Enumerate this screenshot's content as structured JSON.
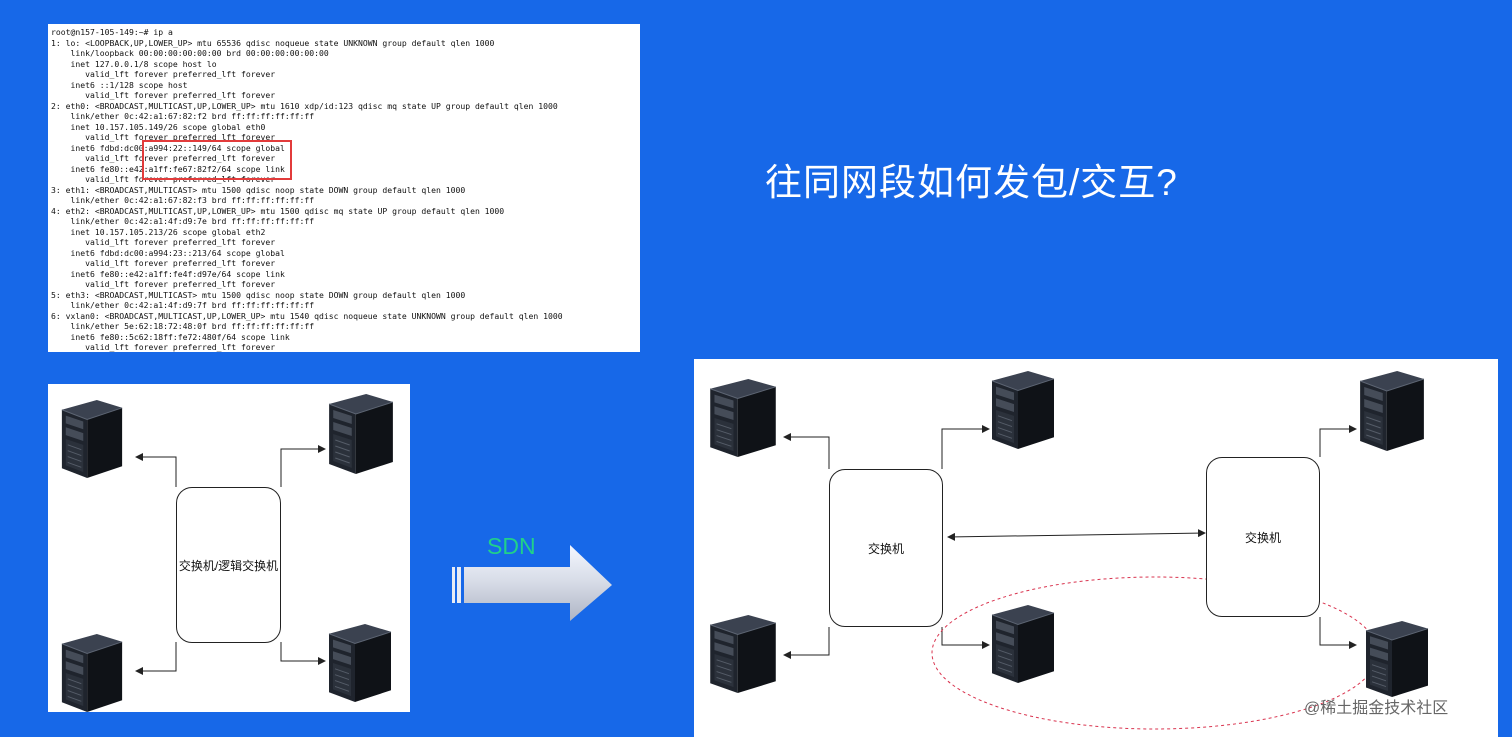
{
  "terminal": {
    "lines": [
      "root@n157-105-149:~# ip a",
      "1: lo: <LOOPBACK,UP,LOWER_UP> mtu 65536 qdisc noqueue state UNKNOWN group default qlen 1000",
      "    link/loopback 00:00:00:00:00:00 brd 00:00:00:00:00:00",
      "    inet 127.0.0.1/8 scope host lo",
      "       valid_lft forever preferred_lft forever",
      "    inet6 ::1/128 scope host",
      "       valid_lft forever preferred_lft forever",
      "2: eth0: <BROADCAST,MULTICAST,UP,LOWER_UP> mtu 1610 xdp/id:123 qdisc mq state UP group default qlen 1000",
      "    link/ether 0c:42:a1:67:82:f2 brd ff:ff:ff:ff:ff:ff",
      "    inet 10.157.105.149/26 scope global eth0",
      "       valid_lft forever preferred_lft forever",
      "    inet6 fdbd:dc00:a994:22::149/64 scope global",
      "       valid_lft forever preferred_lft forever",
      "    inet6 fe80::e42:a1ff:fe67:82f2/64 scope link",
      "       valid_lft forever preferred_lft forever",
      "3: eth1: <BROADCAST,MULTICAST> mtu 1500 qdisc noop state DOWN group default qlen 1000",
      "    link/ether 0c:42:a1:67:82:f3 brd ff:ff:ff:ff:ff:ff",
      "4: eth2: <BROADCAST,MULTICAST,UP,LOWER_UP> mtu 1500 qdisc mq state UP group default qlen 1000",
      "    link/ether 0c:42:a1:4f:d9:7e brd ff:ff:ff:ff:ff:ff",
      "    inet 10.157.105.213/26 scope global eth2",
      "       valid_lft forever preferred_lft forever",
      "    inet6 fdbd:dc00:a994:23::213/64 scope global",
      "       valid_lft forever preferred_lft forever",
      "    inet6 fe80::e42:a1ff:fe4f:d97e/64 scope link",
      "       valid_lft forever preferred_lft forever",
      "5: eth3: <BROADCAST,MULTICAST> mtu 1500 qdisc noop state DOWN group default qlen 1000",
      "    link/ether 0c:42:a1:4f:d9:7f brd ff:ff:ff:ff:ff:ff",
      "6: vxlan0: <BROADCAST,MULTICAST,UP,LOWER_UP> mtu 1540 qdisc noqueue state UNKNOWN group default qlen 1000",
      "    link/ether 5e:62:18:72:48:0f brd ff:ff:ff:ff:ff:ff",
      "    inet6 fe80::5c62:18ff:fe72:480f/64 scope link",
      "       valid_lft forever preferred_lft forever"
    ],
    "highlight_color": "#e23b3b"
  },
  "title": {
    "question": "往同网段如何发包/交互?"
  },
  "left_diagram": {
    "switch_label": "交换机/逻辑交换机",
    "server_icon": "server-tower-icon"
  },
  "transition": {
    "label": "SDN",
    "label_color": "#21d08a",
    "icon": "right-arrow-icon"
  },
  "right_diagram": {
    "switch_a_label": "交换机",
    "switch_b_label": "交换机",
    "server_icon": "server-tower-icon",
    "group_outline_color": "#d9344f"
  },
  "colors": {
    "background": "#1768E8",
    "panel": "#ffffff",
    "connector": "#222222"
  },
  "watermark": "@稀土掘金技术社区"
}
